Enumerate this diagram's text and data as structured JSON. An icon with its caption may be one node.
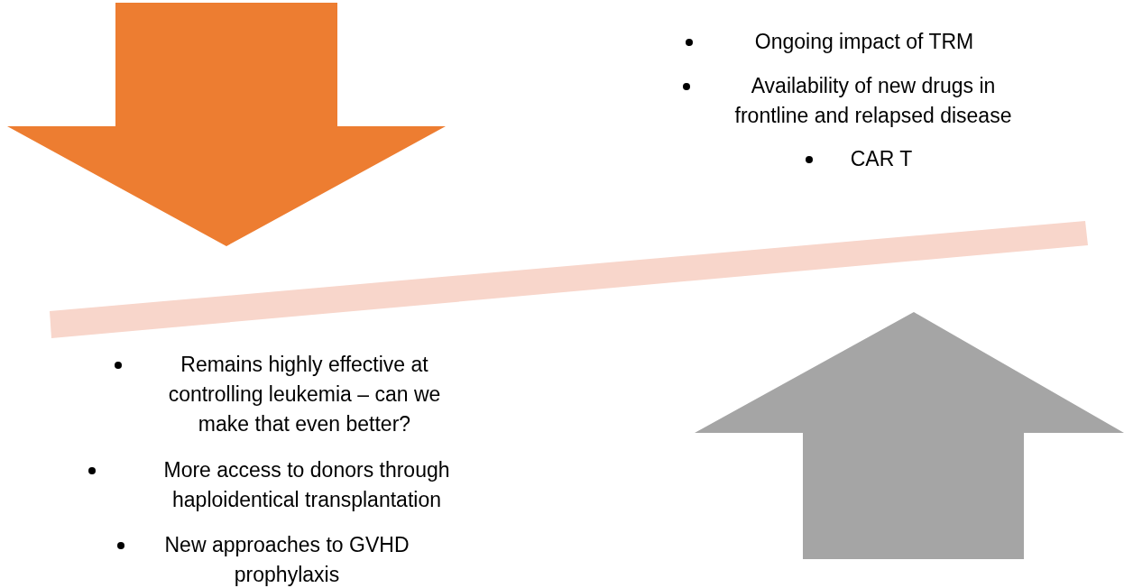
{
  "diagram": {
    "labels": [
      "Ongoing impact of TRM",
      "Availability of new drugs in frontline and relapsed disease",
      "CAR T",
      "Remains highly effective at controlling leukemia – can we make that even better?",
      "More access to donors through haploidentical transplantation",
      "New approaches to GVHD prophylaxis"
    ]
  }
}
